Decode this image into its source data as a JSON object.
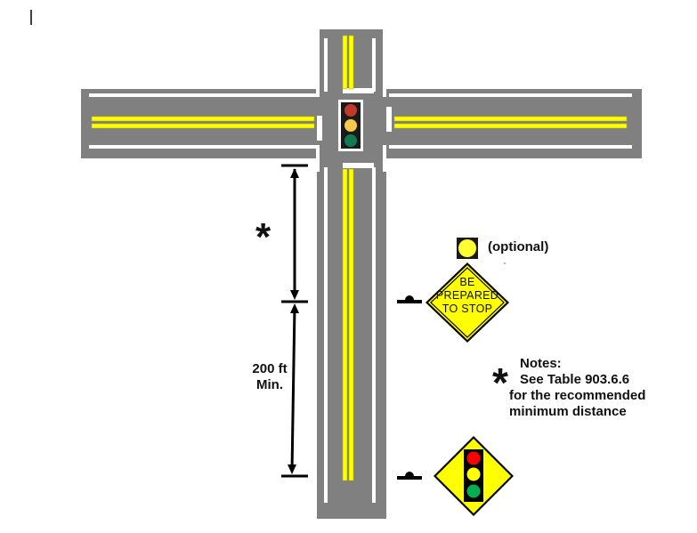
{
  "diagram": {
    "colors": {
      "road": "#808080",
      "lane_line_white": "#ffffff",
      "center_line_yellow": "#ffff00",
      "sign_yellow": "#ffff00",
      "signal_red": "#c0392b",
      "signal_yellow": "#f7c948",
      "signal_green": "#117a50",
      "sign_signal_red": "#ff0000",
      "sign_signal_yellow": "#ffff00",
      "sign_signal_green": "#00b050",
      "dimension_line": "#000000"
    },
    "intersection_signal": {
      "icon": "traffic-signal-icon",
      "lights": [
        "red",
        "yellow",
        "green"
      ]
    },
    "dimensions": {
      "upper_marker": "*",
      "lower_label_line1": "200 ft",
      "lower_label_line2": "Min."
    },
    "signs": {
      "prepared_to_stop": {
        "icon": "warning-diamond-sign-icon",
        "line1": "BE",
        "line2": "PREPARED",
        "line3": "TO STOP"
      },
      "flashing_beacon": {
        "icon": "flashing-beacon-icon",
        "label": "(optional)"
      },
      "signal_ahead": {
        "icon": "signal-ahead-sign-icon",
        "lights": [
          "red",
          "yellow",
          "green"
        ]
      },
      "post_marker_icon": "sign-post-icon"
    },
    "notes": {
      "asterisk": "*",
      "title": "Notes:",
      "line1": "See Table 903.6.6",
      "line2": "for the recommended",
      "line3": "minimum distance"
    }
  }
}
